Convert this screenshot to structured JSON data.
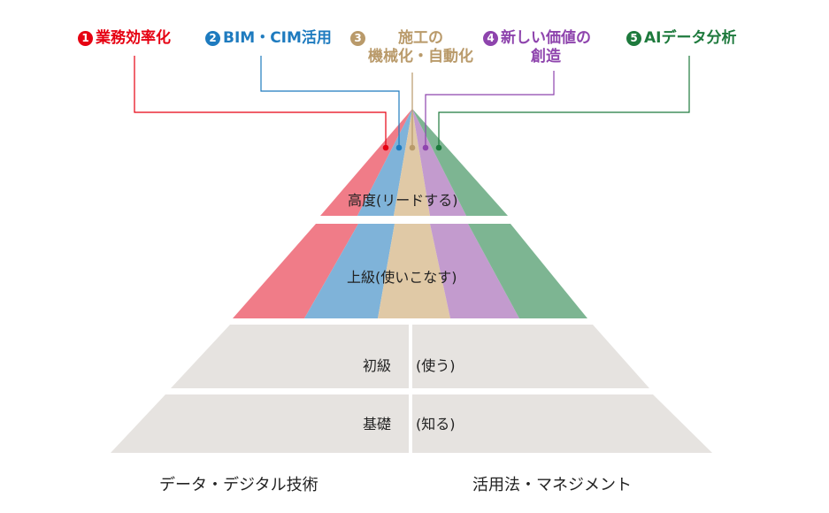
{
  "categories": [
    {
      "number": "1",
      "lines": [
        "業務効率化"
      ],
      "color": "#e60012",
      "slice_color": "#f07c88",
      "icon": "circled-number"
    },
    {
      "number": "2",
      "lines": [
        "BIM・CIM活用"
      ],
      "color": "#1e7bbf",
      "slice_color": "#7fb3d9",
      "icon": "circled-number"
    },
    {
      "number": "3",
      "lines": [
        "施工の",
        "機械化・自動化"
      ],
      "color": "#b99a6a",
      "slice_color": "#e0c9a6",
      "icon": "circled-number"
    },
    {
      "number": "4",
      "lines": [
        "新しい価値の",
        "創造"
      ],
      "color": "#8e44ad",
      "slice_color": "#c39bce",
      "icon": "circled-number"
    },
    {
      "number": "5",
      "lines": [
        "AIデータ分析"
      ],
      "color": "#1e7a3d",
      "slice_color": "#7db592",
      "icon": "circled-number"
    }
  ],
  "levels": {
    "top": "高度(リードする)",
    "upper": "上級(使いこなす)",
    "middle_left": "初級",
    "middle_right": "(使う)",
    "base_left": "基礎",
    "base_right": "(知る)"
  },
  "bottom_labels": {
    "left": "データ・デジタル技術",
    "right": "活用法・マネジメント"
  },
  "colors": {
    "lower_tier": "#e6e3e0"
  }
}
